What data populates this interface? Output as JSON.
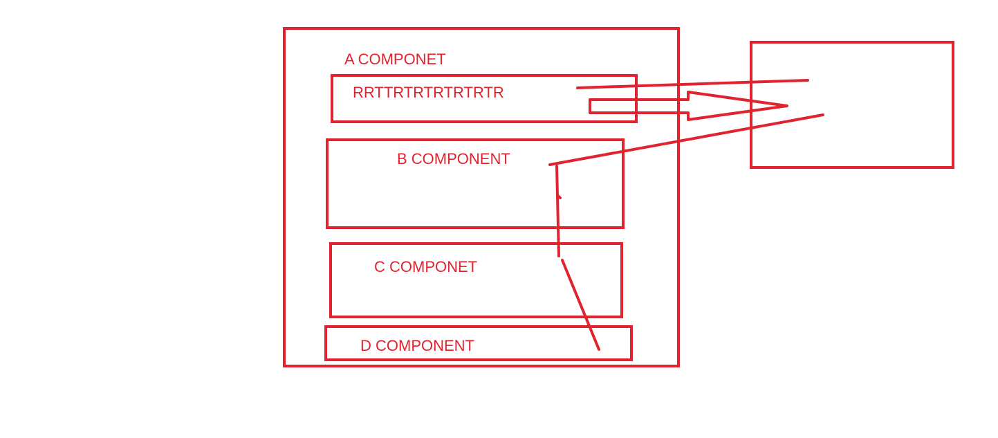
{
  "diagram": {
    "colors": {
      "stroke": "#e0242f",
      "background": "#ffffff"
    },
    "outer_container": {
      "label": "A COMPONET"
    },
    "a_inner_box": {
      "label": "RRTTRTRTRTRTRTR"
    },
    "b_component": {
      "label": "B COMPONENT"
    },
    "c_component": {
      "label": "C COMPONET"
    },
    "d_component": {
      "label": "D COMPONENT"
    },
    "target_box": {
      "label": ""
    }
  }
}
